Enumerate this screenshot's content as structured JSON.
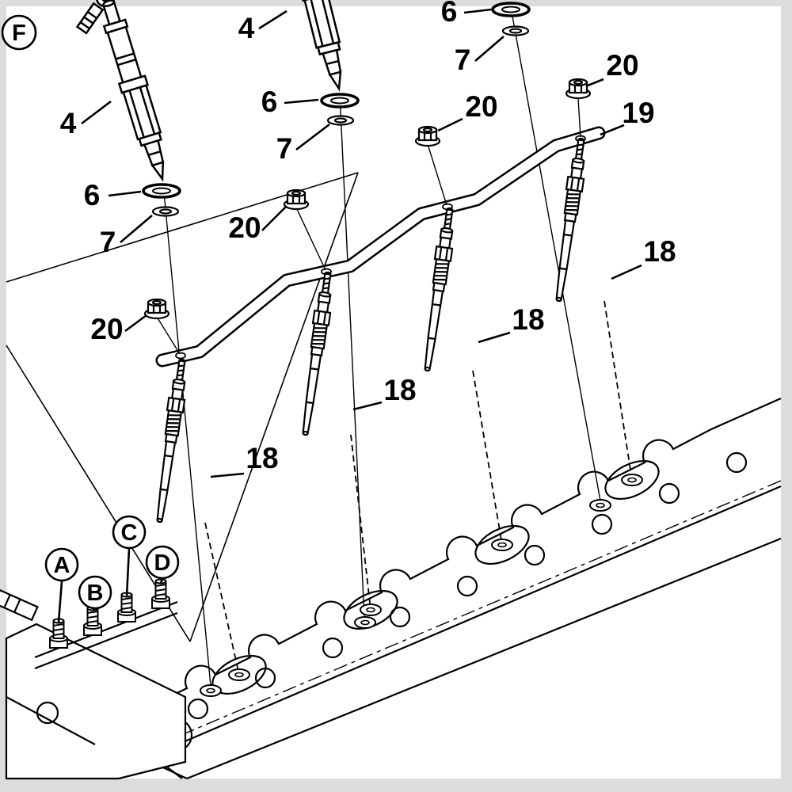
{
  "figure": {
    "background": "#ffffff",
    "margin_color": "#dcdcdc",
    "line_color": "#000000"
  },
  "callouts": [
    {
      "text": "F"
    },
    {
      "text": "4"
    },
    {
      "text": "4"
    },
    {
      "text": "6"
    },
    {
      "text": "7"
    },
    {
      "text": "6"
    },
    {
      "text": "7"
    },
    {
      "text": "6"
    },
    {
      "text": "7"
    },
    {
      "text": "20"
    },
    {
      "text": "19"
    },
    {
      "text": "20"
    },
    {
      "text": "20"
    },
    {
      "text": "20"
    },
    {
      "text": "18"
    },
    {
      "text": "18"
    },
    {
      "text": "18"
    },
    {
      "text": "18"
    },
    {
      "text": "A"
    },
    {
      "text": "B"
    },
    {
      "text": "C"
    },
    {
      "text": "D"
    }
  ]
}
